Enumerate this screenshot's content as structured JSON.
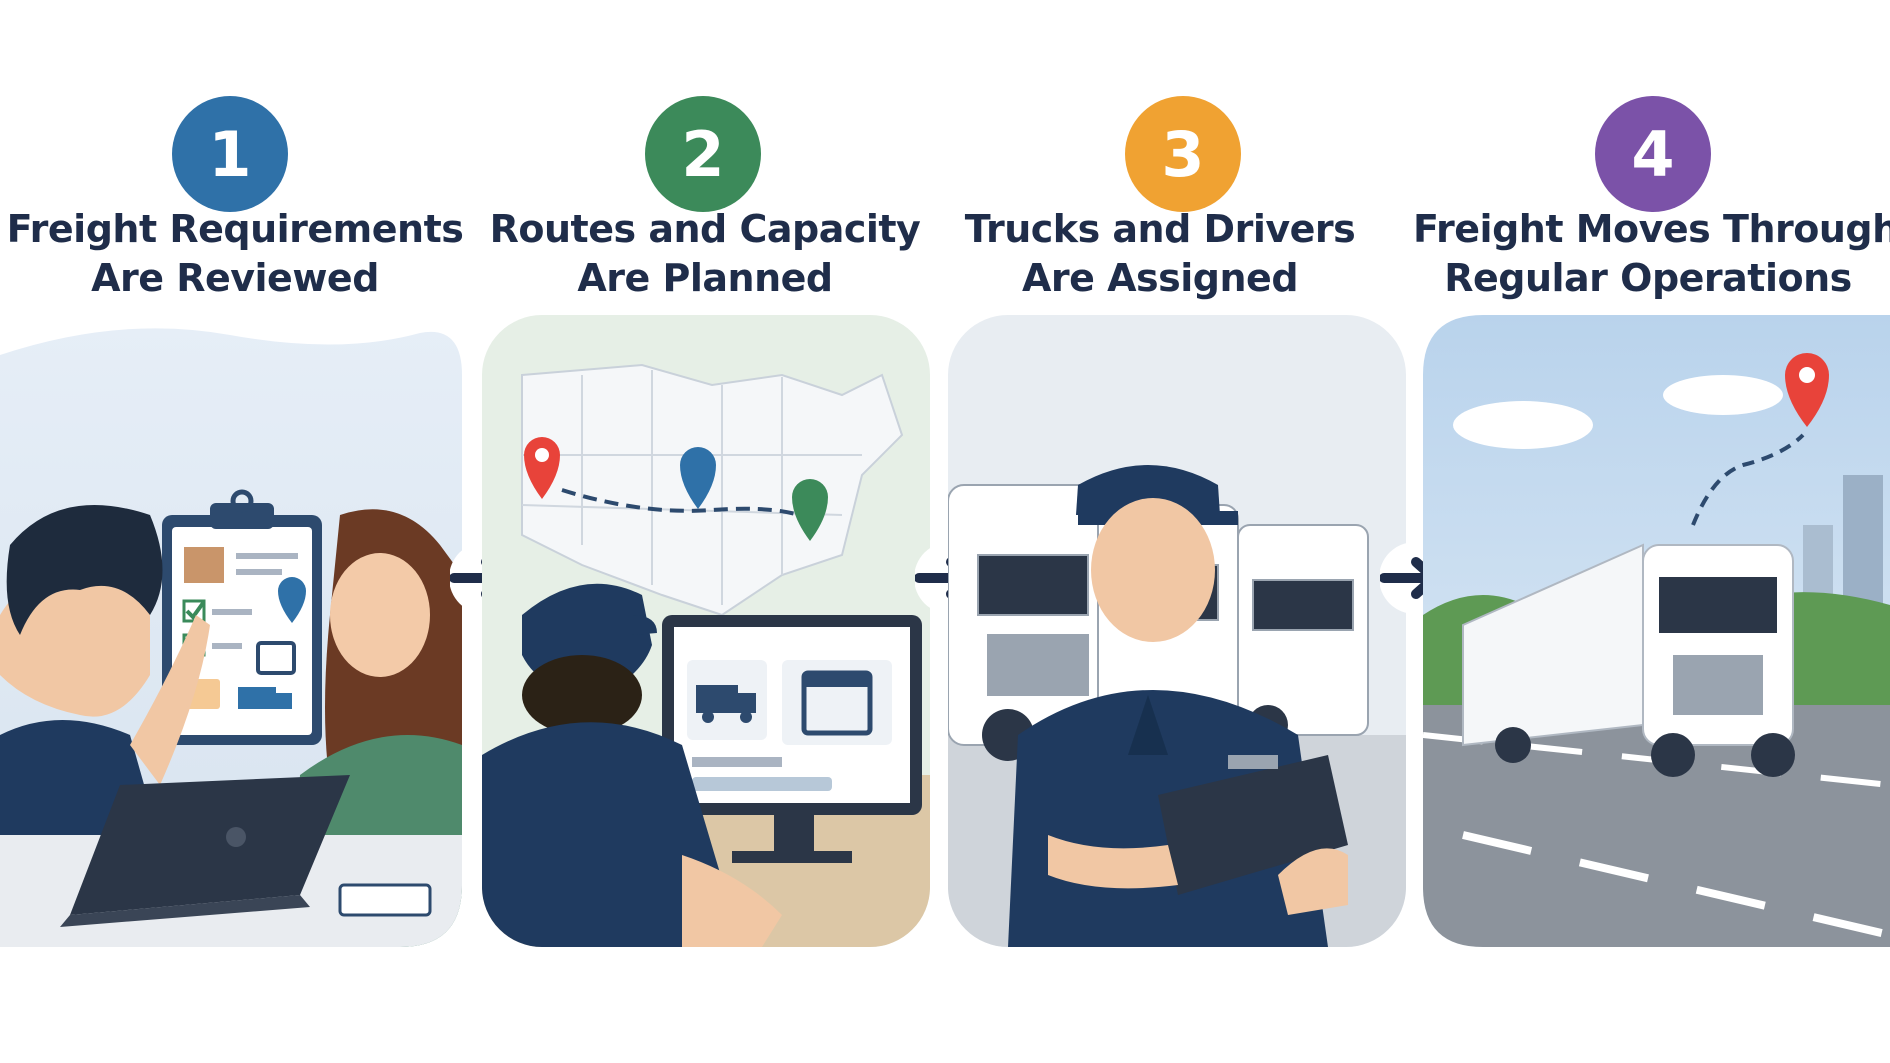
{
  "steps": [
    {
      "number": "1",
      "color": "#2f71a8",
      "title_line1": "Freight Requirements",
      "title_line2": "Are Reviewed"
    },
    {
      "number": "2",
      "color": "#3c8a5a",
      "title_line1": "Routes and Capacity",
      "title_line2": "Are Planned"
    },
    {
      "number": "3",
      "color": "#f0a232",
      "title_line1": "Trucks and Drivers",
      "title_line2": "Are Assigned"
    },
    {
      "number": "4",
      "color": "#7b52a8",
      "title_line1": "Freight Moves Through",
      "title_line2": "Regular Operations"
    }
  ],
  "colors": {
    "navy": "#1f3a5f",
    "title": "#1f2d4a",
    "arrow": "#1f2d4a"
  },
  "icons": [
    "clipboard-icon",
    "map-pin-icon",
    "truck-icon",
    "calendar-icon",
    "laptop-icon",
    "arrow-right-icon"
  ]
}
